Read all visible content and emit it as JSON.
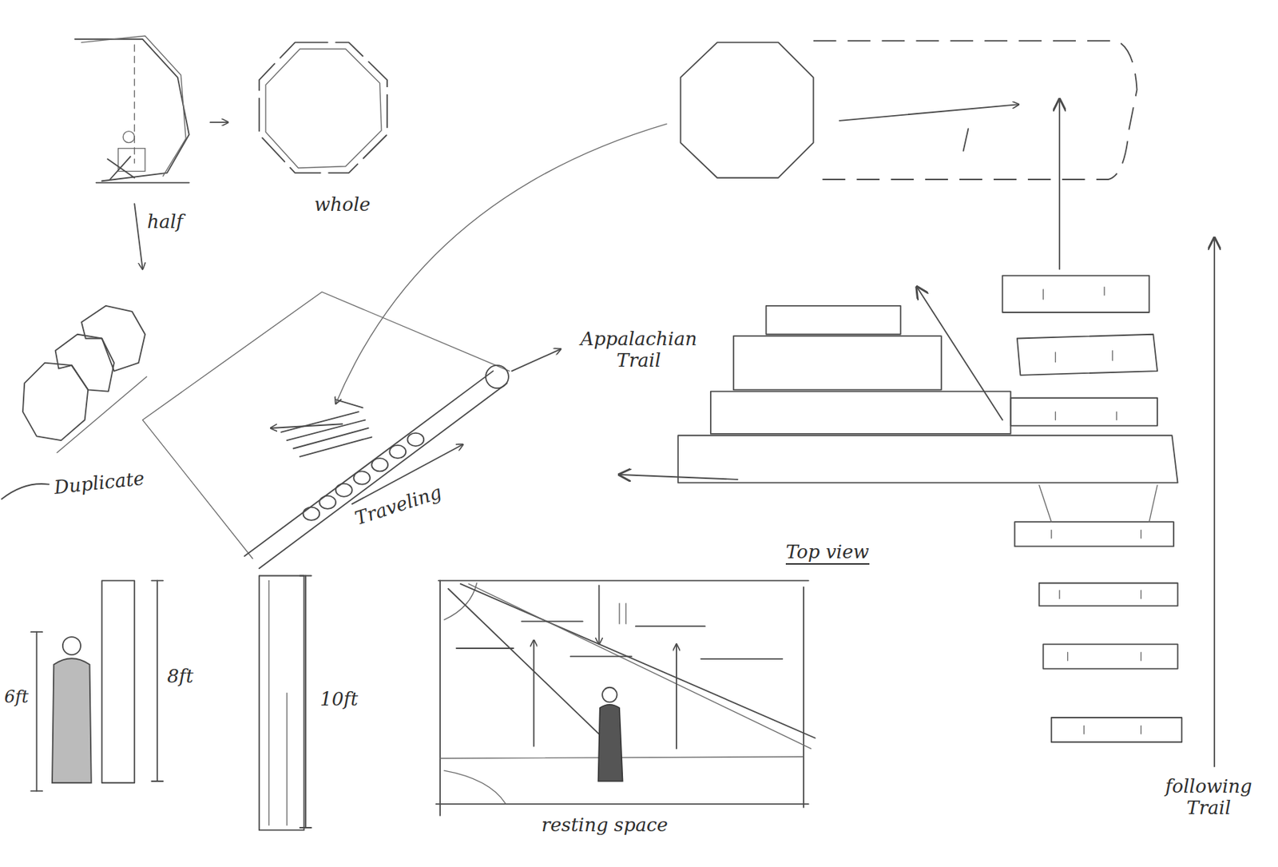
{
  "diagram": {
    "labels": [
      "half",
      "whole",
      "Duplicate",
      "Appalachian Trail",
      "Traveling",
      "Top view",
      "6ft",
      "8ft",
      "10ft",
      "resting space",
      "following Trail"
    ]
  }
}
